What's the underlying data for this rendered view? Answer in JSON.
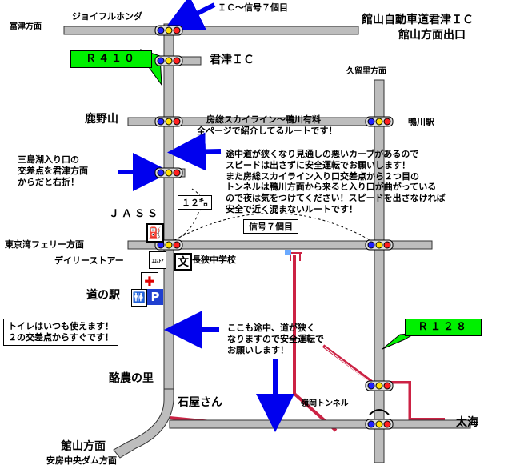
{
  "labels": {
    "top_note": "ＩＣ～信号７個目",
    "joyful_honda": "ジョイフルホンダ",
    "futtsu": "富津方面",
    "tateyama_ic_1": "館山自動車道君津ＩＣ",
    "tateyama_ic_2": "館山方面出口",
    "r410": "Ｒ４１０",
    "kimitsu_ic": "君津ＩＣ",
    "kururi": "久留里方面",
    "kanozan": "鹿野山",
    "boso_line_1": "房総スカイライン～鴨川有料",
    "boso_line_2": "全ページで紹介してるルートです！",
    "kamogawa_st": "鴨川駅",
    "mishima": "三島湖入り口の\n交差点を君津方面\nからだと右折！",
    "caution_1": "途中道が狭くなり見通しの悪いカーブがあるので\nスピードは出さずに安全運転でお願いします！\nまた房総スカイライン入り口交差点から２つ目の\nトンネルは鴨川方面から来ると入り口が曲がっている\nので夜は気をつけてください！スピードを出さなければ\n安全で近く混まないルートです！",
    "km12": "１２㌔",
    "jass": "ＪＡＳＳ",
    "signal7": "信号７個目",
    "tokyo_bay_ferry": "東京湾フェリー方面",
    "daily_store": "デイリーストアー",
    "nagasa_school": "長狭中学校",
    "michi_no_eki": "道の駅",
    "toilet_note": "トイレはいつも使えます！\n２の交差点からすぐです！",
    "r128": "Ｒ１２８",
    "caution_2": "ここも途中、道が狭く\nなりますので安全運転で\nお願いします！",
    "rakuno": "酪農の里",
    "ishiya": "石屋さん",
    "mineoka_tunnel": "嶺岡トンネル",
    "futomi": "太海",
    "tateyama_dir": "館山方面",
    "awa_dam": "安房中央ダム方面"
  },
  "icons": {
    "gas": "⛽",
    "school_glyph": "文",
    "hospital": "✚",
    "toilet": "🚻",
    "parking": "P",
    "store_sign": "ｺｺｽﾄｱ",
    "shrine": "⛩"
  },
  "colors": {
    "road": "#bdbdbd",
    "road_edge": "#333333",
    "route_tag": "#00f000",
    "arrow": "#0000ee",
    "red_route": "#cc2244",
    "signal_red": "#ff2020",
    "signal_yellow": "#ffe000",
    "signal_blue": "#2020ff"
  }
}
